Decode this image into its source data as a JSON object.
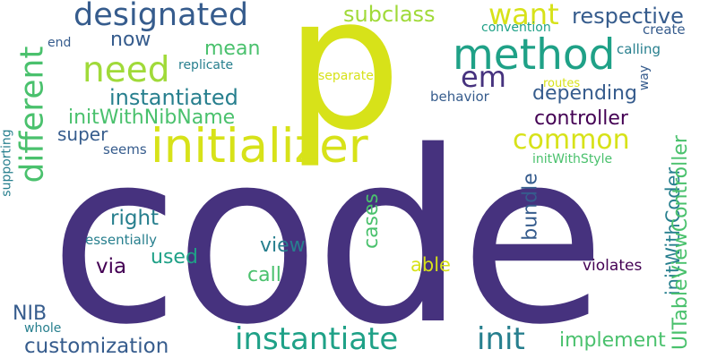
{
  "palette": {
    "dark_purple": "#440154",
    "indigo": "#46327e",
    "blue_slate": "#365c8d",
    "teal_blue": "#277f8e",
    "teal": "#1fa187",
    "green": "#4ac16d",
    "lime": "#a0da39",
    "yellow": "#d7e219"
  },
  "words": [
    {
      "id": "code",
      "text": "code",
      "color": "#46327e"
    },
    {
      "id": "p",
      "text": "p",
      "color": "#d7e219"
    },
    {
      "id": "initializer",
      "text": "initializer",
      "color": "#d7e219"
    },
    {
      "id": "designated",
      "text": "designated",
      "color": "#365c8d"
    },
    {
      "id": "method",
      "text": "method",
      "color": "#1fa187"
    },
    {
      "id": "need",
      "text": "need",
      "color": "#a0da39"
    },
    {
      "id": "want",
      "text": "want",
      "color": "#d7e219"
    },
    {
      "id": "em",
      "text": "em",
      "color": "#46327e"
    },
    {
      "id": "different",
      "text": "different",
      "color": "#4ac16d"
    },
    {
      "id": "instantiate",
      "text": "instantiate",
      "color": "#1fa187"
    },
    {
      "id": "init",
      "text": "init",
      "color": "#277f8e"
    },
    {
      "id": "common",
      "text": "common",
      "color": "#d7e219"
    },
    {
      "id": "subclass",
      "text": "subclass",
      "color": "#a0da39"
    },
    {
      "id": "respective",
      "text": "respective",
      "color": "#365c8d"
    },
    {
      "id": "now",
      "text": "now",
      "color": "#365c8d"
    },
    {
      "id": "mean",
      "text": "mean",
      "color": "#4ac16d"
    },
    {
      "id": "instantiated",
      "text": "instantiated",
      "color": "#277f8e"
    },
    {
      "id": "depending",
      "text": "depending",
      "color": "#365c8d"
    },
    {
      "id": "controller",
      "text": "controller",
      "color": "#440154"
    },
    {
      "id": "initWithNibName",
      "text": "initWithNibName",
      "color": "#4ac16d"
    },
    {
      "id": "super",
      "text": "super",
      "color": "#365c8d"
    },
    {
      "id": "initWithCoder",
      "text": "initWithCoder",
      "color": "#277f8e"
    },
    {
      "id": "UITableViewController",
      "text": "UITableViewController",
      "color": "#4ac16d"
    },
    {
      "id": "bundle",
      "text": "bundle",
      "color": "#365c8d"
    },
    {
      "id": "cases",
      "text": "cases",
      "color": "#4ac16d"
    },
    {
      "id": "right",
      "text": "right",
      "color": "#277f8e"
    },
    {
      "id": "view",
      "text": "view",
      "color": "#277f8e"
    },
    {
      "id": "via",
      "text": "via",
      "color": "#440154"
    },
    {
      "id": "used",
      "text": "used",
      "color": "#1fa187"
    },
    {
      "id": "call",
      "text": "call",
      "color": "#4ac16d"
    },
    {
      "id": "able",
      "text": "able",
      "color": "#d7e219"
    },
    {
      "id": "NIB",
      "text": "NIB",
      "color": "#365c8d"
    },
    {
      "id": "customization",
      "text": "customization",
      "color": "#365c8d"
    },
    {
      "id": "implement",
      "text": "implement",
      "color": "#4ac16d"
    },
    {
      "id": "violates",
      "text": "violates",
      "color": "#440154"
    },
    {
      "id": "essentially",
      "text": "essentially",
      "color": "#277f8e"
    },
    {
      "id": "seems",
      "text": "seems",
      "color": "#365c8d"
    },
    {
      "id": "whole",
      "text": "whole",
      "color": "#277f8e"
    },
    {
      "id": "supporting",
      "text": "supporting",
      "color": "#277f8e"
    },
    {
      "id": "end",
      "text": "end",
      "color": "#365c8d"
    },
    {
      "id": "replicate",
      "text": "replicate",
      "color": "#277f8e"
    },
    {
      "id": "separate",
      "text": "separate",
      "color": "#d7e219"
    },
    {
      "id": "behavior",
      "text": "behavior",
      "color": "#365c8d"
    },
    {
      "id": "convention",
      "text": "convention",
      "color": "#1fa187"
    },
    {
      "id": "create",
      "text": "create",
      "color": "#365c8d"
    },
    {
      "id": "calling",
      "text": "calling",
      "color": "#277f8e"
    },
    {
      "id": "way",
      "text": "way",
      "color": "#365c8d"
    },
    {
      "id": "routes",
      "text": "routes",
      "color": "#d7e219"
    },
    {
      "id": "initWithStyle",
      "text": "initWithStyle",
      "color": "#4ac16d"
    }
  ]
}
